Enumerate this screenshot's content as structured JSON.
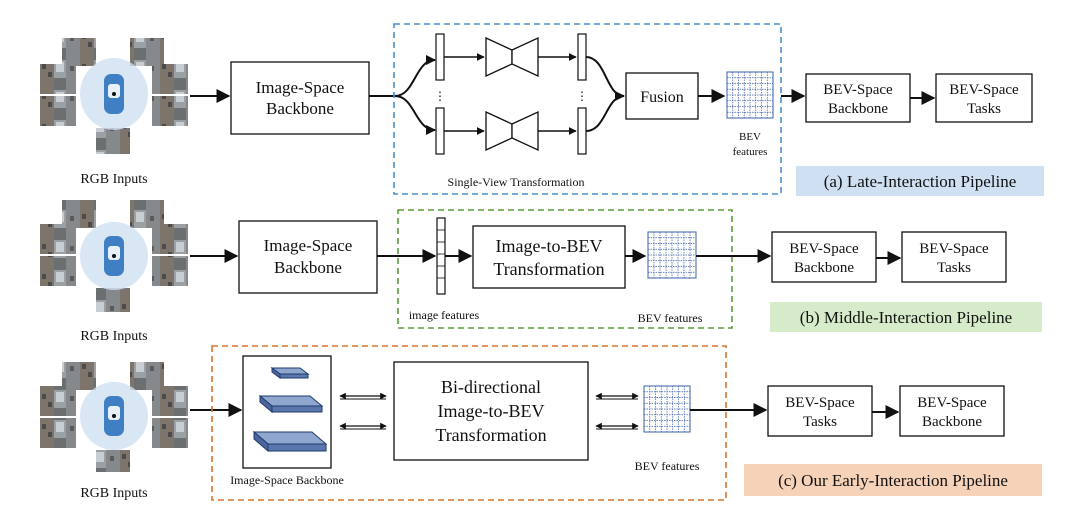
{
  "rows": [
    {
      "input_label": "RGB Inputs",
      "backbone_lines": [
        "Image-Space",
        "Backbone"
      ],
      "transform_caption": "Single-View Transformation",
      "fusion_label": "Fusion",
      "bev_caption_lines": [
        "BEV",
        "features"
      ],
      "bev_backbone_lines": [
        "BEV-Space",
        "Backbone"
      ],
      "bev_tasks_lines": [
        "BEV-Space",
        "Tasks"
      ],
      "pipeline_title": "(a) Late-Interaction Pipeline",
      "colors": {
        "frame": "#4a8fd0",
        "badge": "#cfe0f3"
      }
    },
    {
      "input_label": "RGB Inputs",
      "backbone_lines": [
        "Image-Space",
        "Backbone"
      ],
      "image_features_label": "image features",
      "transform_lines": [
        "Image-to-BEV",
        "Transformation"
      ],
      "bev_caption": "BEV features",
      "bev_backbone_lines": [
        "BEV-Space",
        "Backbone"
      ],
      "bev_tasks_lines": [
        "BEV-Space",
        "Tasks"
      ],
      "pipeline_title": "(b) Middle-Interaction Pipeline",
      "colors": {
        "frame": "#5c9a3c",
        "badge": "#d6ebc9"
      }
    },
    {
      "input_label": "RGB Inputs",
      "backbone_caption": "Image-Space Backbone",
      "transform_lines": [
        "Bi-directional",
        "Image-to-BEV",
        "Transformation"
      ],
      "bev_caption": "BEV features",
      "bev_tasks_lines": [
        "BEV-Space",
        "Tasks"
      ],
      "bev_backbone_lines": [
        "BEV-Space",
        "Backbone"
      ],
      "pipeline_title": "(c) Our Early-Interaction Pipeline",
      "colors": {
        "frame": "#d9742e",
        "badge": "#f6d2b8"
      }
    }
  ],
  "colors": {
    "grid": "#3a5fa8",
    "layer_fill": "#5a77ad",
    "layer_top": "#8fa6cf",
    "layer_edge": "#1f3a6e"
  }
}
